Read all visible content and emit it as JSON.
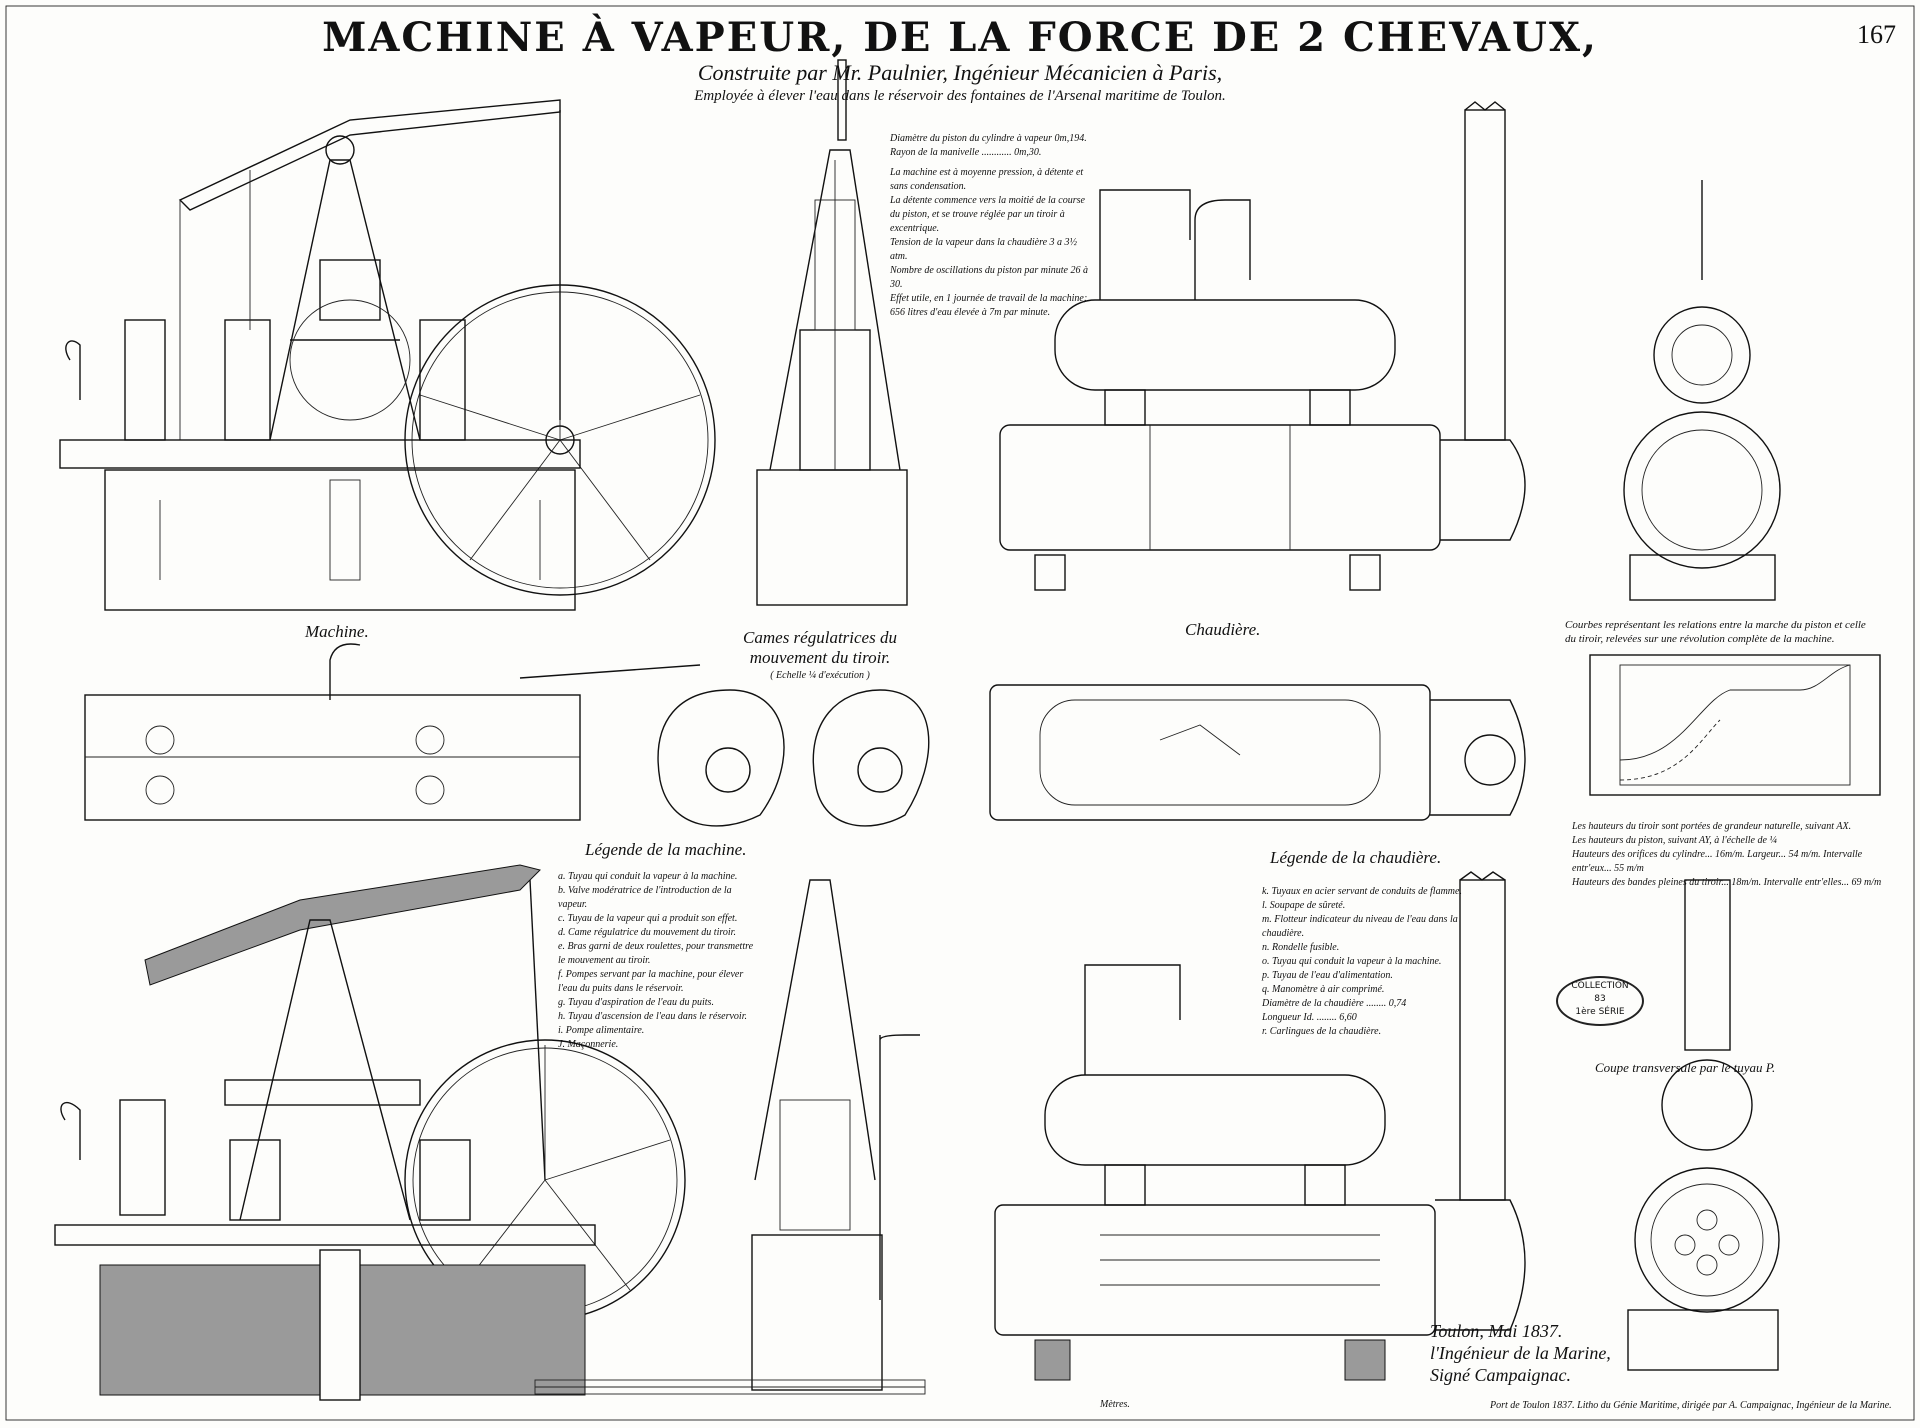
{
  "header": {
    "title": "MACHINE À VAPEUR, DE LA FORCE DE 2 CHEVAUX,",
    "plate_number": "167",
    "subtitle": "Construite par Mr. Paulnier, Ingénieur Mécanicien à Paris,",
    "subtitle2": "Employée à élever l'eau dans le réservoir des fontaines de l'Arsenal maritime de Toulon."
  },
  "captions": {
    "machine": "Machine.",
    "cames": "Cames régulatrices du mouvement du tiroir.",
    "cames_scale": "( Echelle ¼ d'exécution )",
    "chaudiere": "Chaudière.",
    "courbes": "Courbes représentant les relations entre la marche du piston et celle du tiroir, relevées sur une révolution complète de la machine.",
    "coupe": "Coupe transversale par le tuyau P.",
    "metres": "Mètres."
  },
  "specs": [
    "Diamètre du piston du cylindre à vapeur 0m,194.",
    "Rayon de la manivelle ............ 0m,30.",
    "La machine est à moyenne pression, à détente et sans condensation.",
    "La détente commence vers la moitié de la course du piston, et se trouve réglée par un tiroir à excentrique.",
    "Tension de la vapeur dans la chaudière 3 a 3½ atm.",
    "Nombre de oscillations du piston par minute 26 à 30.",
    "Effet utile, en 1 journée de travail de la machine;",
    "656 litres d'eau élevée à 7m par minute."
  ],
  "courbes_notes": [
    "Les hauteurs du tiroir sont portées de grandeur naturelle, suivant AX.",
    "Les hauteurs du piston, suivant AY, à l'échelle de ¼",
    "Hauteurs des orifices du cylindre... 16m/m. Largeur... 54 m/m. Intervalle entr'eux... 55 m/m",
    "Hauteurs des bandes pleines du tiroir... 18m/m. Intervalle entr'elles... 69 m/m"
  ],
  "legend_machine": {
    "title": "Légende de la machine.",
    "items": [
      "a. Tuyau qui conduit la vapeur à la machine.",
      "b. Valve modératrice de l'introduction de la vapeur.",
      "c. Tuyau de la vapeur qui a produit son effet.",
      "d. Came régulatrice du mouvement du tiroir.",
      "e. Bras garni de deux roulettes, pour transmettre le mouvement au tiroir.",
      "f. Pompes servant par la machine, pour élever l'eau du puits dans le réservoir.",
      "g. Tuyau d'aspiration de l'eau du puits.",
      "h. Tuyau d'ascension de l'eau dans le réservoir.",
      "i. Pompe alimentaire.",
      "J. Maçonnerie."
    ]
  },
  "legend_chaudiere": {
    "title": "Légende de la chaudière.",
    "items": [
      "k. Tuyaux en acier servant de conduits de flamme.",
      "l. Soupape de sûreté.",
      "m. Flotteur indicateur du niveau de l'eau dans la chaudière.",
      "n. Rondelle fusible.",
      "o. Tuyau qui conduit la vapeur à la machine.",
      "p. Tuyau de l'eau d'alimentation.",
      "q. Manomètre à air comprimé.",
      "Diamètre de la chaudière ........ 0,74",
      "Longueur  Id. ........ 6,60",
      "r. Carlingues de la chaudière."
    ]
  },
  "stamp": {
    "line1": "COLLECTION",
    "line2": "83",
    "line3": "1ère SÉRIE"
  },
  "signature": [
    "Toulon, Mai 1837.",
    "l'Ingénieur de la Marine,",
    "Signé Campaignac."
  ],
  "footer": "Port de Toulon 1837. Litho du Génie Maritime, dirigée par A. Campaignac, Ingénieur de la Marine."
}
